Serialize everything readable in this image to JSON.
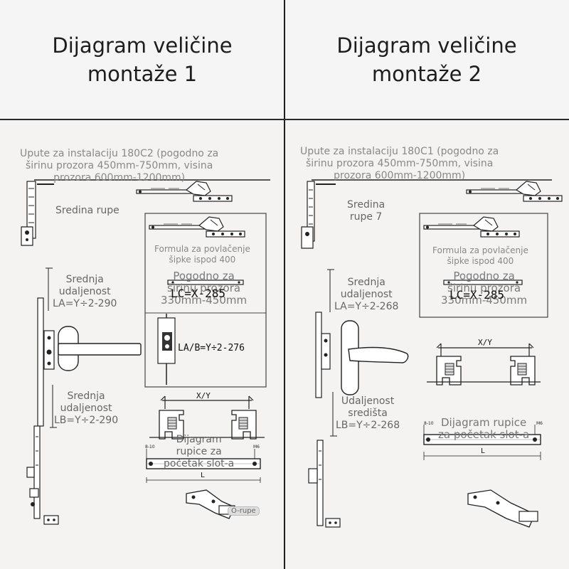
{
  "panels": [
    {
      "title_line1": "Dijagram veličine",
      "title_line2": "montaže 1",
      "install_line1": "Upute za instalaciju 180C2 (pogodno za",
      "install_line2": "širinu prozora 450mm-750mm, visina",
      "install_line3": "prozora 600mm-1200mm)",
      "hole_center": "Sredina rupe",
      "formula_line1": "Formula za povlačenje",
      "formula_line2": "šipke ispod 400",
      "suitable_line1": "Pogodno za",
      "suitable_line2": "širinu prozora",
      "suitable_line3": "330mm-450mm",
      "lc_formula": "LC=X-285",
      "lab_formula": "LA/B=Y÷2-276",
      "la_line1": "Srednja",
      "la_line2": "udaljenost",
      "la_line3": "LA=Y÷2-290",
      "lb_line1": "Srednja",
      "lb_line2": "udaljenost",
      "lb_line3": "LB=Y÷2-290",
      "xy": "X/Y",
      "slot_line1": "Dijagram",
      "slot_line2": "rupice za",
      "slot_line3": "početak slot-a",
      "dim_l": "L",
      "dim_810": "8-10",
      "dim_m6": "M6",
      "o_hole": "O-rupe"
    },
    {
      "title_line1": "Dijagram veličine",
      "title_line2": "montaže 2",
      "install_line1": "Upute za instalaciju 180C1 (pogodno za",
      "install_line2": "širinu prozora 450mm-750mm, visina",
      "install_line3": "prozora 600mm-1200mm)",
      "hole_center_line1": "Sredina",
      "hole_center_line2": "rupe 7",
      "formula_line1": "Formula za povlačenje",
      "formula_line2": "šipke ispod 400",
      "suitable_line1": "Pogodno za",
      "suitable_line2": "širinu prozora",
      "suitable_line3": "330mm-450mm",
      "lc_formula": "LC=X-285",
      "la_line1": "Srednja",
      "la_line2": "udaljenost",
      "la_line3": "LA=Y÷2-268",
      "lb_line1": "Udaljenost",
      "lb_line2": "središta",
      "lb_line3": "LB=Y÷2-268",
      "xy": "X/Y",
      "slot_line1": "Dijagram rupice",
      "slot_line2": "za početak slot-a",
      "dim_l": "L",
      "dim_810": "8-10",
      "dim_m6": "M6"
    }
  ]
}
